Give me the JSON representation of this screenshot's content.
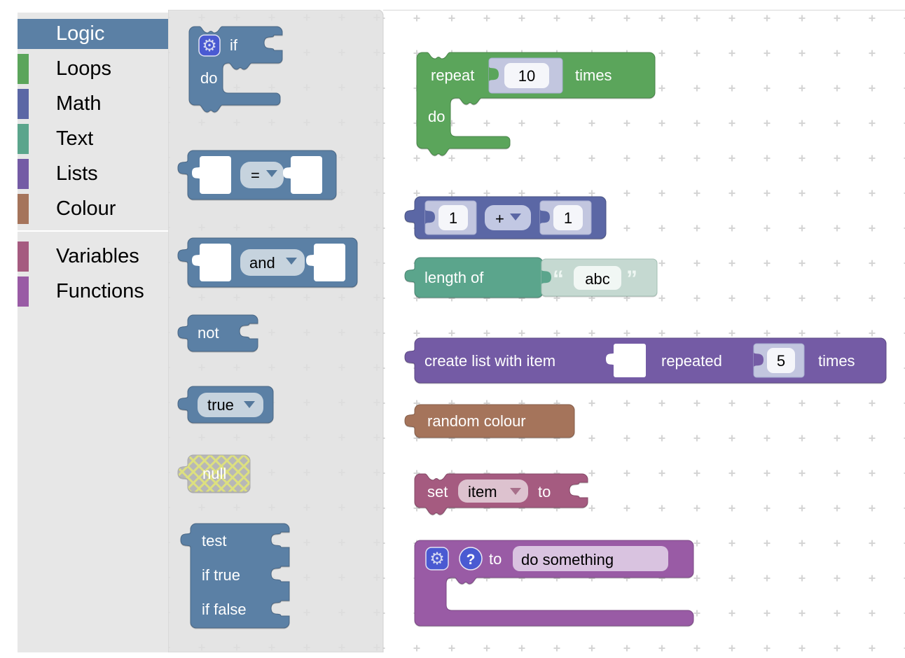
{
  "toolbox": {
    "categories": [
      {
        "label": "Logic",
        "color": "#5b80a5",
        "selected": true
      },
      {
        "label": "Loops",
        "color": "#5ba55b",
        "selected": false
      },
      {
        "label": "Math",
        "color": "#5b67a5",
        "selected": false
      },
      {
        "label": "Text",
        "color": "#5ba58c",
        "selected": false
      },
      {
        "label": "Lists",
        "color": "#745ba5",
        "selected": false
      },
      {
        "label": "Colour",
        "color": "#a5745b",
        "selected": false
      },
      {
        "label": "Variables",
        "color": "#a55b80",
        "selected": false
      },
      {
        "label": "Functions",
        "color": "#995ba5",
        "selected": false
      }
    ]
  },
  "flyout": {
    "if_block": {
      "if_label": "if",
      "do_label": "do"
    },
    "equals_block": {
      "operator": "="
    },
    "and_block": {
      "operator": "and"
    },
    "not_block": {
      "label": "not"
    },
    "boolean_block": {
      "value": "true"
    },
    "null_block": {
      "label": "null"
    },
    "ternary_block": {
      "test_label": "test",
      "if_true_label": "if true",
      "if_false_label": "if false"
    }
  },
  "workspace_blocks": {
    "repeat_block": {
      "repeat_label": "repeat",
      "count": "10",
      "times_label": "times",
      "do_label": "do"
    },
    "arithmetic_block": {
      "left_value": "1",
      "operator": "+",
      "right_value": "1"
    },
    "length_block": {
      "label": "length of",
      "open_quote": "“",
      "string_value": "abc",
      "close_quote": "”"
    },
    "create_list_block": {
      "label": "create list with item",
      "repeated_label": "repeated",
      "count": "5",
      "times_label": "times"
    },
    "random_colour_block": {
      "label": "random colour"
    },
    "set_variable_block": {
      "set_label": "set",
      "variable": "item",
      "to_label": "to"
    },
    "function_block": {
      "to_label": "to",
      "name": "do something"
    }
  },
  "icons": {
    "gear": "⚙",
    "help": "?"
  },
  "colors": {
    "logic": "#5b80a5",
    "loops": "#5ba55b",
    "math": "#5b67a5",
    "text": "#5ba58c",
    "lists": "#745ba5",
    "colour": "#a5745b",
    "variables": "#a55b80",
    "functions": "#995ba5",
    "shadow_number": "#c2c6df",
    "shadow_string": "#c5d9d1",
    "flyout_bg": "#e4e4e4",
    "toolbox_bg": "#e7e7e7",
    "icon_blue": "#4a5ad2",
    "disabled_gray": "#b7b7b7",
    "disabled_hatch": "#dde07f"
  }
}
